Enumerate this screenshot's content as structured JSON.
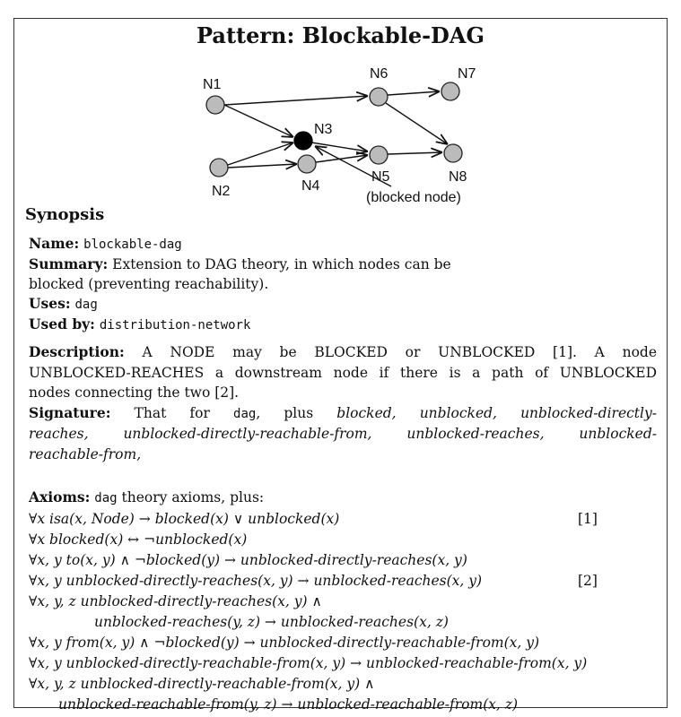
{
  "title": "Pattern: Blockable-DAG",
  "diagram": {
    "nodes": [
      {
        "label": "N1",
        "blocked": false
      },
      {
        "label": "N2",
        "blocked": false
      },
      {
        "label": "N3",
        "blocked": true
      },
      {
        "label": "N4",
        "blocked": false
      },
      {
        "label": "N5",
        "blocked": false
      },
      {
        "label": "N6",
        "blocked": false
      },
      {
        "label": "N7",
        "blocked": false
      },
      {
        "label": "N8",
        "blocked": false
      }
    ],
    "annotation": "(blocked node)"
  },
  "synopsis": {
    "heading": "Synopsis",
    "name_label": "Name:",
    "name_value": "blockable-dag",
    "summary_label": "Summary:",
    "summary_line1": "Extension to DAG theory, in which nodes can be",
    "summary_line2": "blocked (preventing reachability).",
    "uses_label": "Uses:",
    "uses_value": "dag",
    "usedby_label": "Used by:",
    "usedby_value": "distribution-network"
  },
  "description": {
    "label": "Description:",
    "line1": "A NODE may be BLOCKED or UNBLOCKED [1]. A node",
    "line2": "UNBLOCKED-REACHES a downstream node if there is a path of UNBLOCKED",
    "line3": "nodes connecting the two [2]."
  },
  "signature": {
    "label": "Signature:",
    "line1_pre": "That for",
    "line1_dag": "dag",
    "line1_post": ", plus",
    "line1_terms": "blocked, unblocked, unblocked-directly-",
    "line2": "reaches, unblocked-directly-reachable-from, unblocked-reaches, unblocked-",
    "line3": "reachable-from,"
  },
  "axioms": {
    "label": "Axioms:",
    "dag": "dag",
    "intro": "theory axioms, plus:",
    "lines": [
      {
        "text": "∀x isa(x, Node) → blocked(x) ∨ unblocked(x)",
        "ref": "[1]"
      },
      {
        "text": "∀x blocked(x) ↔ ¬unblocked(x)",
        "ref": ""
      },
      {
        "text": "∀x, y to(x, y) ∧ ¬blocked(y) → unblocked-directly-reaches(x, y)",
        "ref": ""
      },
      {
        "text": "∀x, y unblocked-directly-reaches(x, y) → unblocked-reaches(x, y)",
        "ref": "[2]"
      },
      {
        "text": "∀x, y, z unblocked-directly-reaches(x, y) ∧",
        "ref": ""
      },
      {
        "text": "unblocked-reaches(y, z) → unblocked-reaches(x, z)",
        "ref": ""
      },
      {
        "text": "∀x, y from(x, y) ∧ ¬blocked(y) → unblocked-directly-reachable-from(x, y)",
        "ref": ""
      },
      {
        "text": "∀x, y unblocked-directly-reachable-from(x, y) → unblocked-reachable-from(x, y)",
        "ref": ""
      },
      {
        "text": "∀x, y, z unblocked-directly-reachable-from(x, y) ∧",
        "ref": ""
      },
      {
        "text": "unblocked-reachable-from(y, z) → unblocked-reachable-from(x, z)",
        "ref": ""
      }
    ]
  }
}
